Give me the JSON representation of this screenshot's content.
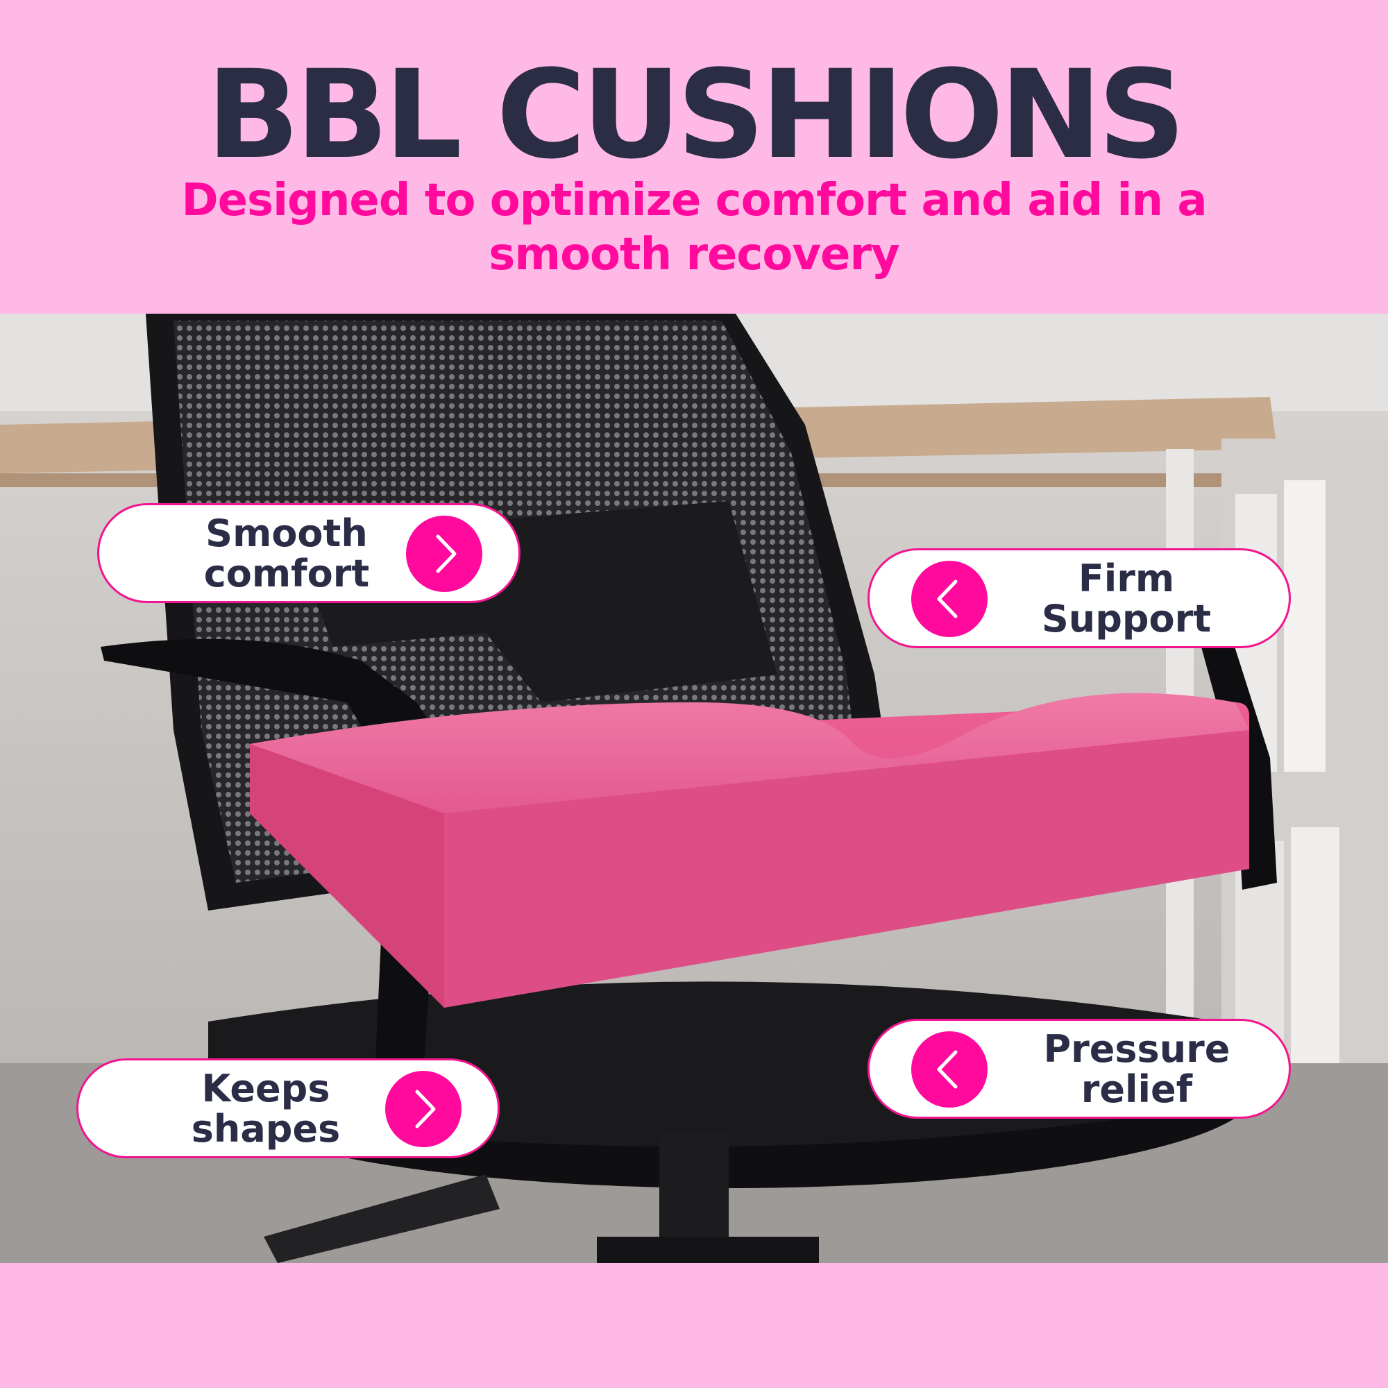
{
  "header": {
    "title": "BBL CUSHIONS",
    "subtitle": "Designed to optimize comfort and aid in a smooth recovery"
  },
  "colors": {
    "background": "#ffb9e6",
    "title": "#2a2d45",
    "accent": "#ff0a9d",
    "cushion": "#e9588f",
    "chair": "#151517"
  },
  "callouts": [
    {
      "id": "smooth-comfort",
      "label": "Smooth\ncomfort",
      "icon": "chevron-right-icon"
    },
    {
      "id": "firm-support",
      "label": "Firm\nSupport",
      "icon": "chevron-left-icon"
    },
    {
      "id": "keeps-shapes",
      "label": "Keeps\nshapes",
      "icon": "chevron-right-icon"
    },
    {
      "id": "pressure-relief",
      "label": "Pressure\nrelief",
      "icon": "chevron-left-icon"
    }
  ]
}
